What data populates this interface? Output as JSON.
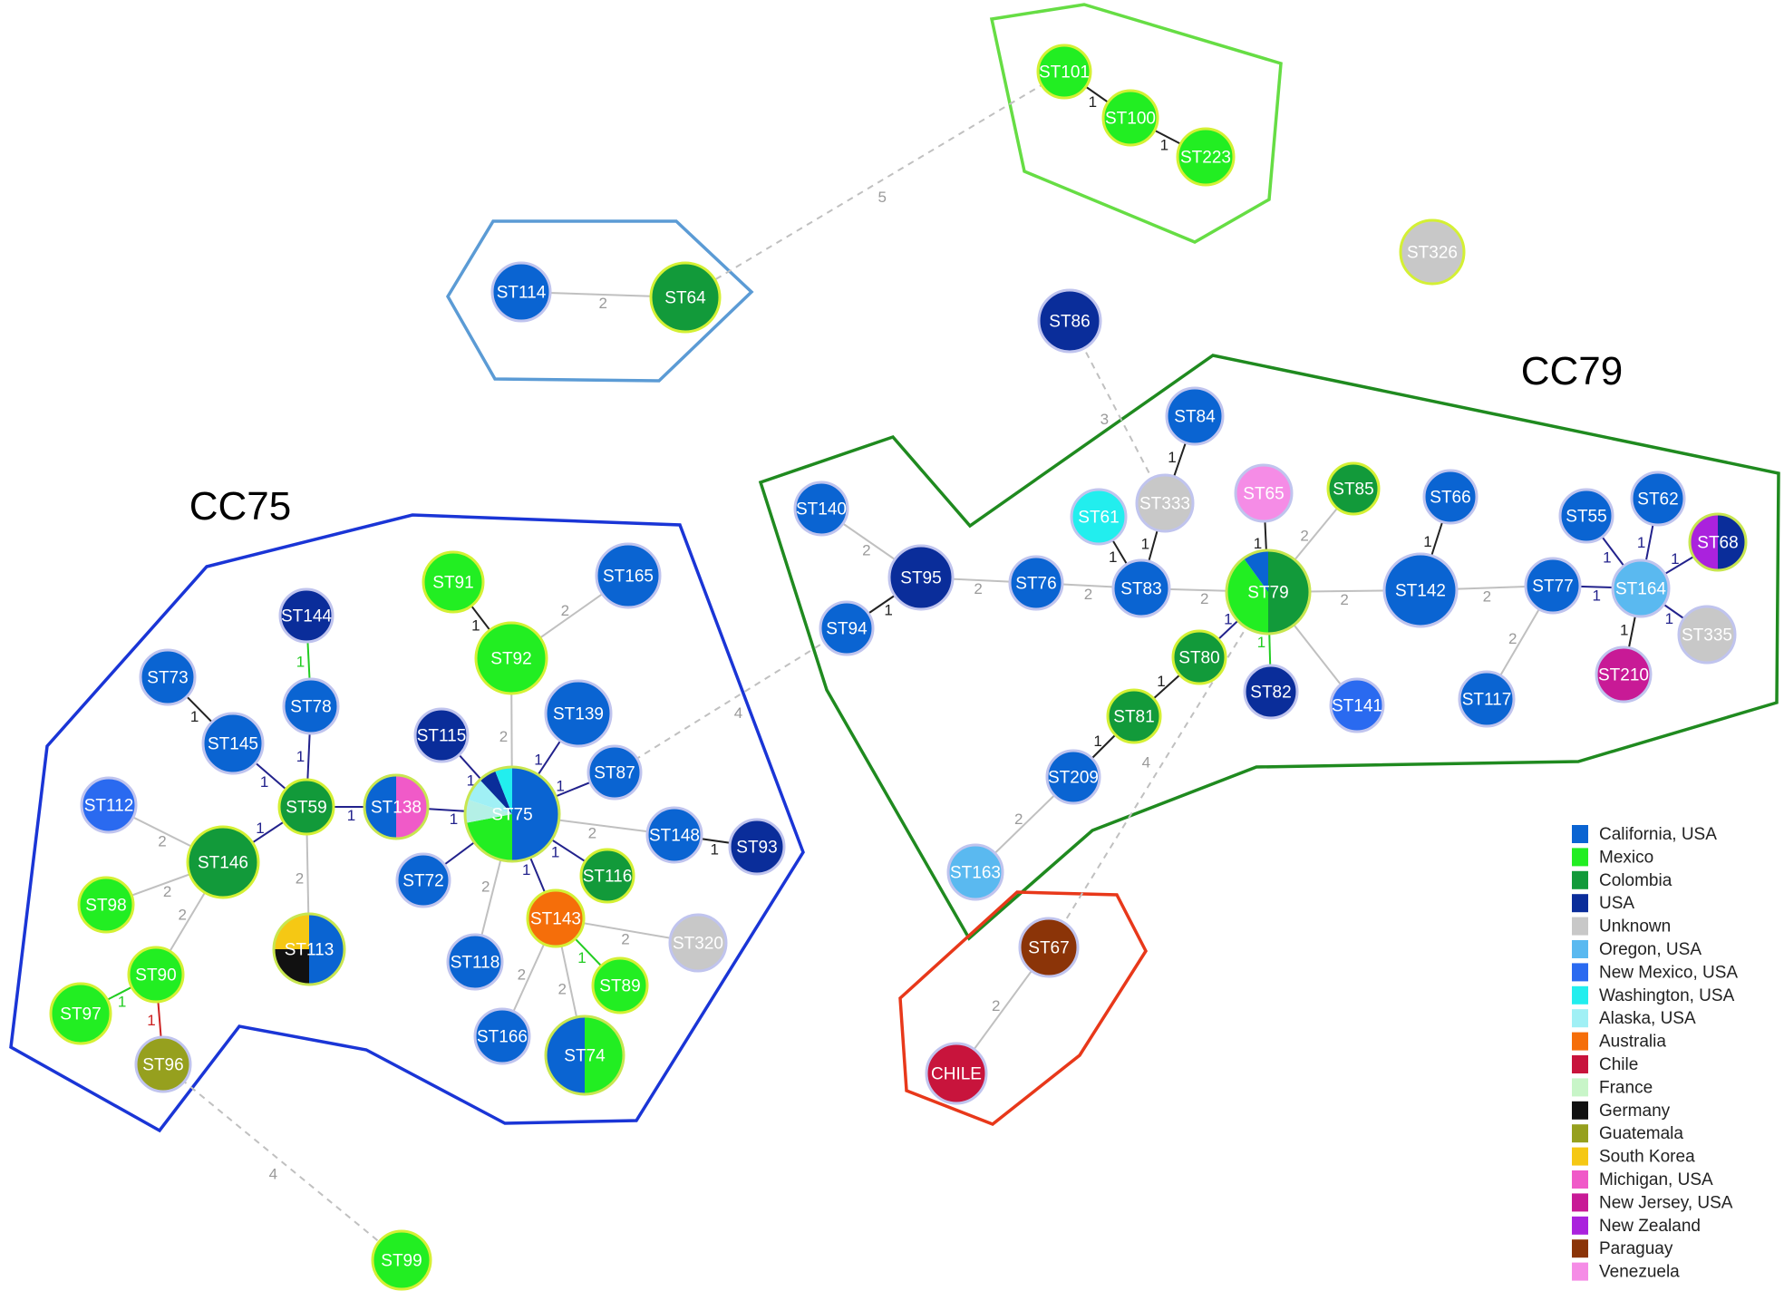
{
  "complexes": [
    {
      "id": "cc75",
      "label": "CC75",
      "color": "#1a35d6"
    },
    {
      "id": "cc79",
      "label": "CC79",
      "color": "#1f8a1f"
    },
    {
      "id": "g64",
      "label": "",
      "color": "#5b9bd5"
    },
    {
      "id": "g100",
      "label": "",
      "color": "#66dd44"
    },
    {
      "id": "g67",
      "label": "",
      "color": "#e8381a"
    }
  ],
  "nodes": [
    {
      "id": "ST101",
      "label": "ST101",
      "colors": [
        "#22ee22"
      ]
    },
    {
      "id": "ST100",
      "label": "ST100",
      "colors": [
        "#22ee22"
      ]
    },
    {
      "id": "ST223",
      "label": "ST223",
      "colors": [
        "#22ee22"
      ]
    },
    {
      "id": "ST326",
      "label": "ST326",
      "colors": [
        "#c8c8c8"
      ]
    },
    {
      "id": "ST114",
      "label": "ST114",
      "colors": [
        "#0a64d2"
      ]
    },
    {
      "id": "ST64",
      "label": "ST64",
      "colors": [
        "#129a3a"
      ]
    },
    {
      "id": "ST86",
      "label": "ST86",
      "colors": [
        "#0a2d9a"
      ]
    },
    {
      "id": "ST84",
      "label": "ST84",
      "colors": [
        "#0a64d2"
      ]
    },
    {
      "id": "ST333",
      "label": "ST333",
      "colors": [
        "#c8c8c8"
      ]
    },
    {
      "id": "ST61",
      "label": "ST61",
      "colors": [
        "#22eeee"
      ]
    },
    {
      "id": "ST65",
      "label": "ST65",
      "colors": [
        "#f58ce6"
      ]
    },
    {
      "id": "ST85",
      "label": "ST85",
      "colors": [
        "#129a3a"
      ]
    },
    {
      "id": "ST66",
      "label": "ST66",
      "colors": [
        "#0a64d2"
      ]
    },
    {
      "id": "ST55",
      "label": "ST55",
      "colors": [
        "#0a64d2"
      ]
    },
    {
      "id": "ST62",
      "label": "ST62",
      "colors": [
        "#0a64d2"
      ]
    },
    {
      "id": "ST68",
      "label": "ST68",
      "colors": [
        "#0a2d9a",
        "#aa22dd"
      ]
    },
    {
      "id": "ST140",
      "label": "ST140",
      "colors": [
        "#0a64d2"
      ]
    },
    {
      "id": "ST95",
      "label": "ST95",
      "colors": [
        "#0a2d9a"
      ]
    },
    {
      "id": "ST94",
      "label": "ST94",
      "colors": [
        "#0a64d2"
      ]
    },
    {
      "id": "ST76",
      "label": "ST76",
      "colors": [
        "#0a64d2"
      ]
    },
    {
      "id": "ST83",
      "label": "ST83",
      "colors": [
        "#0a64d2"
      ]
    },
    {
      "id": "ST79",
      "label": "ST79",
      "colors": [
        "#129a3a",
        "#22ee22",
        "#0a64d2"
      ],
      "sizes": [
        0.5,
        0.4,
        0.1
      ]
    },
    {
      "id": "ST142",
      "label": "ST142",
      "colors": [
        "#0a64d2"
      ]
    },
    {
      "id": "ST77",
      "label": "ST77",
      "colors": [
        "#0a64d2"
      ]
    },
    {
      "id": "ST164",
      "label": "ST164",
      "colors": [
        "#5ab9f0"
      ]
    },
    {
      "id": "ST335",
      "label": "ST335",
      "colors": [
        "#c8c8c8"
      ]
    },
    {
      "id": "ST210",
      "label": "ST210",
      "colors": [
        "#c81a96"
      ]
    },
    {
      "id": "ST117",
      "label": "ST117",
      "colors": [
        "#0a64d2"
      ]
    },
    {
      "id": "ST80",
      "label": "ST80",
      "colors": [
        "#129a3a"
      ]
    },
    {
      "id": "ST82",
      "label": "ST82",
      "colors": [
        "#0a2d9a"
      ]
    },
    {
      "id": "ST141",
      "label": "ST141",
      "colors": [
        "#2a6af0"
      ]
    },
    {
      "id": "ST81",
      "label": "ST81",
      "colors": [
        "#129a3a"
      ]
    },
    {
      "id": "ST209",
      "label": "ST209",
      "colors": [
        "#0a64d2"
      ]
    },
    {
      "id": "ST163",
      "label": "ST163",
      "colors": [
        "#5ab9f0"
      ]
    },
    {
      "id": "ST67",
      "label": "ST67",
      "colors": [
        "#8b3408"
      ]
    },
    {
      "id": "CHILE",
      "label": "CHILE",
      "colors": [
        "#c8143c"
      ]
    },
    {
      "id": "ST91",
      "label": "ST91",
      "colors": [
        "#22ee22"
      ]
    },
    {
      "id": "ST165",
      "label": "ST165",
      "colors": [
        "#0a64d2"
      ]
    },
    {
      "id": "ST92",
      "label": "ST92",
      "colors": [
        "#22ee22"
      ]
    },
    {
      "id": "ST144",
      "label": "ST144",
      "colors": [
        "#0a2d9a"
      ]
    },
    {
      "id": "ST73",
      "label": "ST73",
      "colors": [
        "#0a64d2"
      ]
    },
    {
      "id": "ST78",
      "label": "ST78",
      "colors": [
        "#0a64d2"
      ]
    },
    {
      "id": "ST145",
      "label": "ST145",
      "colors": [
        "#0a64d2"
      ]
    },
    {
      "id": "ST139",
      "label": "ST139",
      "colors": [
        "#0a64d2"
      ]
    },
    {
      "id": "ST115",
      "label": "ST115",
      "colors": [
        "#0a2d9a"
      ]
    },
    {
      "id": "ST87",
      "label": "ST87",
      "colors": [
        "#0a64d2"
      ]
    },
    {
      "id": "ST112",
      "label": "ST112",
      "colors": [
        "#2a6af0"
      ]
    },
    {
      "id": "ST59",
      "label": "ST59",
      "colors": [
        "#129a3a"
      ]
    },
    {
      "id": "ST138",
      "label": "ST138",
      "colors": [
        "#f05ac8",
        "#0a64d2"
      ]
    },
    {
      "id": "ST75",
      "label": "ST75",
      "colors": [
        "#0a64d2",
        "#22ee22",
        "#b4f0e6",
        "#a0f0f5",
        "#0a2d9a",
        "#22eeee"
      ],
      "sizes": [
        0.5,
        0.22,
        0.08,
        0.08,
        0.06,
        0.06
      ]
    },
    {
      "id": "ST148",
      "label": "ST148",
      "colors": [
        "#0a64d2"
      ]
    },
    {
      "id": "ST93",
      "label": "ST93",
      "colors": [
        "#0a2d9a"
      ]
    },
    {
      "id": "ST146",
      "label": "ST146",
      "colors": [
        "#129a3a"
      ]
    },
    {
      "id": "ST72",
      "label": "ST72",
      "colors": [
        "#0a64d2"
      ]
    },
    {
      "id": "ST116",
      "label": "ST116",
      "colors": [
        "#129a3a"
      ]
    },
    {
      "id": "ST98",
      "label": "ST98",
      "colors": [
        "#22ee22"
      ]
    },
    {
      "id": "ST113",
      "label": "ST113",
      "colors": [
        "#0a64d2",
        "#111111",
        "#f5c814"
      ],
      "sizes": [
        0.5,
        0.25,
        0.25
      ]
    },
    {
      "id": "ST143",
      "label": "ST143",
      "colors": [
        "#f56e0a"
      ]
    },
    {
      "id": "ST320",
      "label": "ST320",
      "colors": [
        "#c8c8c8"
      ]
    },
    {
      "id": "ST118",
      "label": "ST118",
      "colors": [
        "#0a64d2"
      ]
    },
    {
      "id": "ST90",
      "label": "ST90",
      "colors": [
        "#22ee22"
      ]
    },
    {
      "id": "ST89",
      "label": "ST89",
      "colors": [
        "#22ee22"
      ]
    },
    {
      "id": "ST97",
      "label": "ST97",
      "colors": [
        "#22ee22"
      ]
    },
    {
      "id": "ST166",
      "label": "ST166",
      "colors": [
        "#0a64d2"
      ]
    },
    {
      "id": "ST74",
      "label": "ST74",
      "colors": [
        "#22ee22",
        "#0a64d2"
      ]
    },
    {
      "id": "ST96",
      "label": "ST96",
      "colors": [
        "#96a01e"
      ]
    },
    {
      "id": "ST99",
      "label": "ST99",
      "colors": [
        "#22ee22"
      ]
    }
  ],
  "edges": [
    {
      "from": "ST101",
      "to": "ST100",
      "label": "1",
      "style": "solid",
      "color": "#222222"
    },
    {
      "from": "ST100",
      "to": "ST223",
      "label": "1",
      "style": "solid",
      "color": "#222222"
    },
    {
      "from": "ST114",
      "to": "ST64",
      "label": "2",
      "style": "solid",
      "color": "#c0c0c0"
    },
    {
      "from": "ST64",
      "to": "ST101",
      "label": "5",
      "style": "dashed",
      "color": "#c0c0c0"
    },
    {
      "from": "ST86",
      "to": "ST333",
      "label": "3",
      "style": "dashed",
      "color": "#c0c0c0"
    },
    {
      "from": "ST84",
      "to": "ST333",
      "label": "1",
      "style": "solid",
      "color": "#222222"
    },
    {
      "from": "ST333",
      "to": "ST83",
      "label": "1",
      "style": "solid",
      "color": "#222222"
    },
    {
      "from": "ST61",
      "to": "ST83",
      "label": "1",
      "style": "solid",
      "color": "#222222"
    },
    {
      "from": "ST65",
      "to": "ST79",
      "label": "1",
      "style": "solid",
      "color": "#222222"
    },
    {
      "from": "ST85",
      "to": "ST79",
      "label": "2",
      "style": "solid",
      "color": "#c0c0c0"
    },
    {
      "from": "ST66",
      "to": "ST142",
      "label": "1",
      "style": "solid",
      "color": "#222222"
    },
    {
      "from": "ST55",
      "to": "ST164",
      "label": "1",
      "style": "solid",
      "color": "#22228c"
    },
    {
      "from": "ST62",
      "to": "ST164",
      "label": "1",
      "style": "solid",
      "color": "#22228c"
    },
    {
      "from": "ST68",
      "to": "ST164",
      "label": "1",
      "style": "solid",
      "color": "#22228c"
    },
    {
      "from": "ST140",
      "to": "ST95",
      "label": "2",
      "style": "solid",
      "color": "#c0c0c0"
    },
    {
      "from": "ST94",
      "to": "ST95",
      "label": "1",
      "style": "solid",
      "color": "#222222"
    },
    {
      "from": "ST95",
      "to": "ST76",
      "label": "2",
      "style": "solid",
      "color": "#c0c0c0"
    },
    {
      "from": "ST76",
      "to": "ST83",
      "label": "2",
      "style": "solid",
      "color": "#c0c0c0"
    },
    {
      "from": "ST83",
      "to": "ST79",
      "label": "2",
      "style": "solid",
      "color": "#c0c0c0"
    },
    {
      "from": "ST79",
      "to": "ST142",
      "label": "2",
      "style": "solid",
      "color": "#c0c0c0"
    },
    {
      "from": "ST142",
      "to": "ST77",
      "label": "2",
      "style": "solid",
      "color": "#c0c0c0"
    },
    {
      "from": "ST77",
      "to": "ST164",
      "label": "1",
      "style": "solid",
      "color": "#22228c"
    },
    {
      "from": "ST164",
      "to": "ST335",
      "label": "1",
      "style": "solid",
      "color": "#22228c"
    },
    {
      "from": "ST164",
      "to": "ST210",
      "label": "1",
      "style": "solid",
      "color": "#222222"
    },
    {
      "from": "ST77",
      "to": "ST117",
      "label": "2",
      "style": "solid",
      "color": "#c0c0c0"
    },
    {
      "from": "ST79",
      "to": "ST80",
      "label": "1",
      "style": "solid",
      "color": "#22228c"
    },
    {
      "from": "ST79",
      "to": "ST82",
      "label": "1",
      "style": "solid",
      "color": "#22cc22"
    },
    {
      "from": "ST79",
      "to": "ST141",
      "label": "",
      "style": "solid",
      "color": "#c0c0c0"
    },
    {
      "from": "ST80",
      "to": "ST81",
      "label": "1",
      "style": "solid",
      "color": "#222222"
    },
    {
      "from": "ST81",
      "to": "ST209",
      "label": "1",
      "style": "solid",
      "color": "#222222"
    },
    {
      "from": "ST209",
      "to": "ST163",
      "label": "2",
      "style": "solid",
      "color": "#c0c0c0"
    },
    {
      "from": "ST79",
      "to": "ST67",
      "label": "4",
      "style": "dashed",
      "color": "#c0c0c0"
    },
    {
      "from": "ST67",
      "to": "CHILE",
      "label": "2",
      "style": "solid",
      "color": "#c0c0c0"
    },
    {
      "from": "ST87",
      "to": "ST94",
      "label": "4",
      "style": "dashed",
      "color": "#c0c0c0"
    },
    {
      "from": "ST91",
      "to": "ST92",
      "label": "1",
      "style": "solid",
      "color": "#222222"
    },
    {
      "from": "ST165",
      "to": "ST92",
      "label": "2",
      "style": "solid",
      "color": "#c0c0c0"
    },
    {
      "from": "ST92",
      "to": "ST75",
      "label": "2",
      "style": "solid",
      "color": "#c0c0c0"
    },
    {
      "from": "ST144",
      "to": "ST78",
      "label": "1",
      "style": "solid",
      "color": "#22cc22"
    },
    {
      "from": "ST73",
      "to": "ST145",
      "label": "1",
      "style": "solid",
      "color": "#222222"
    },
    {
      "from": "ST78",
      "to": "ST59",
      "label": "1",
      "style": "solid",
      "color": "#22228c"
    },
    {
      "from": "ST145",
      "to": "ST59",
      "label": "1",
      "style": "solid",
      "color": "#22228c"
    },
    {
      "from": "ST139",
      "to": "ST75",
      "label": "1",
      "style": "solid",
      "color": "#22228c"
    },
    {
      "from": "ST115",
      "to": "ST75",
      "label": "1",
      "style": "solid",
      "color": "#22228c"
    },
    {
      "from": "ST87",
      "to": "ST75",
      "label": "1",
      "style": "solid",
      "color": "#22228c"
    },
    {
      "from": "ST112",
      "to": "ST146",
      "label": "2",
      "style": "solid",
      "color": "#c0c0c0"
    },
    {
      "from": "ST59",
      "to": "ST146",
      "label": "1",
      "style": "solid",
      "color": "#22228c"
    },
    {
      "from": "ST59",
      "to": "ST138",
      "label": "1",
      "style": "solid",
      "color": "#22228c"
    },
    {
      "from": "ST138",
      "to": "ST75",
      "label": "1",
      "style": "solid",
      "color": "#22228c"
    },
    {
      "from": "ST75",
      "to": "ST148",
      "label": "2",
      "style": "solid",
      "color": "#c0c0c0"
    },
    {
      "from": "ST148",
      "to": "ST93",
      "label": "1",
      "style": "solid",
      "color": "#222222"
    },
    {
      "from": "ST98",
      "to": "ST146",
      "label": "2",
      "style": "solid",
      "color": "#c0c0c0"
    },
    {
      "from": "ST146",
      "to": "ST90",
      "label": "2",
      "style": "solid",
      "color": "#c0c0c0"
    },
    {
      "from": "ST59",
      "to": "ST113",
      "label": "2",
      "style": "solid",
      "color": "#c0c0c0"
    },
    {
      "from": "ST75",
      "to": "ST72",
      "label": "",
      "style": "solid",
      "color": "#22228c"
    },
    {
      "from": "ST75",
      "to": "ST116",
      "label": "1",
      "style": "solid",
      "color": "#22228c"
    },
    {
      "from": "ST75",
      "to": "ST118",
      "label": "2",
      "style": "solid",
      "color": "#c0c0c0"
    },
    {
      "from": "ST75",
      "to": "ST143",
      "label": "1",
      "style": "solid",
      "color": "#22228c"
    },
    {
      "from": "ST143",
      "to": "ST320",
      "label": "2",
      "style": "solid",
      "color": "#c0c0c0"
    },
    {
      "from": "ST143",
      "to": "ST89",
      "label": "1",
      "style": "solid",
      "color": "#22cc22"
    },
    {
      "from": "ST143",
      "to": "ST166",
      "label": "2",
      "style": "solid",
      "color": "#c0c0c0"
    },
    {
      "from": "ST143",
      "to": "ST74",
      "label": "2",
      "style": "solid",
      "color": "#c0c0c0"
    },
    {
      "from": "ST97",
      "to": "ST90",
      "label": "1",
      "style": "solid",
      "color": "#22cc22"
    },
    {
      "from": "ST90",
      "to": "ST96",
      "label": "1",
      "style": "solid",
      "color": "#cc2222"
    },
    {
      "from": "ST96",
      "to": "ST99",
      "label": "4",
      "style": "dashed",
      "color": "#c0c0c0"
    }
  ],
  "legend": [
    {
      "label": "California, USA",
      "color": "#0a64d2"
    },
    {
      "label": "Mexico",
      "color": "#22ee22"
    },
    {
      "label": "Colombia",
      "color": "#129a3a"
    },
    {
      "label": "USA",
      "color": "#0a2d9a"
    },
    {
      "label": "Unknown",
      "color": "#c8c8c8"
    },
    {
      "label": "Oregon, USA",
      "color": "#5ab9f0"
    },
    {
      "label": "New Mexico, USA",
      "color": "#2a6af0"
    },
    {
      "label": "Washington, USA",
      "color": "#22eeee"
    },
    {
      "label": "Alaska, USA",
      "color": "#a0f0f5"
    },
    {
      "label": "Australia",
      "color": "#f56e0a"
    },
    {
      "label": "Chile",
      "color": "#c8143c"
    },
    {
      "label": "France",
      "color": "#c8f5c8"
    },
    {
      "label": "Germany",
      "color": "#111111"
    },
    {
      "label": "Guatemala",
      "color": "#96a01e"
    },
    {
      "label": "South Korea",
      "color": "#f5c814"
    },
    {
      "label": "Michigan, USA",
      "color": "#f05ac8"
    },
    {
      "label": "New Jersey, USA",
      "color": "#c81a96"
    },
    {
      "label": "New Zealand",
      "color": "#aa22dd"
    },
    {
      "label": "Paraguay",
      "color": "#8b3408"
    },
    {
      "label": "Venezuela",
      "color": "#f58ce6"
    }
  ]
}
